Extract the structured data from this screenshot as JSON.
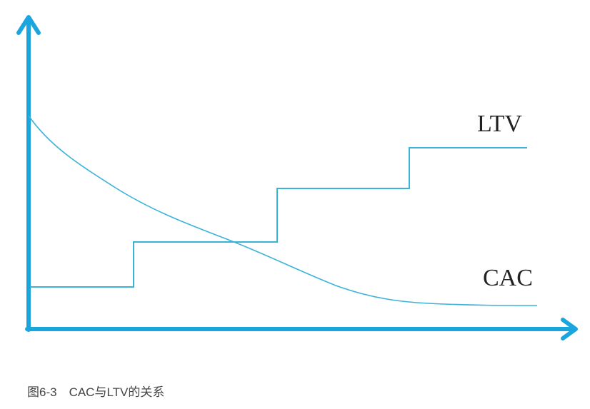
{
  "diagram": {
    "labels": {
      "ltv": "LTV",
      "cac": "CAC"
    },
    "colors": {
      "axis": "#1BA5DE",
      "curves": "#3BB3D8",
      "label_text": "#222222",
      "caption_text": "#444444"
    }
  },
  "caption": {
    "text": "图6-3　CAC与LTV的关系"
  }
}
